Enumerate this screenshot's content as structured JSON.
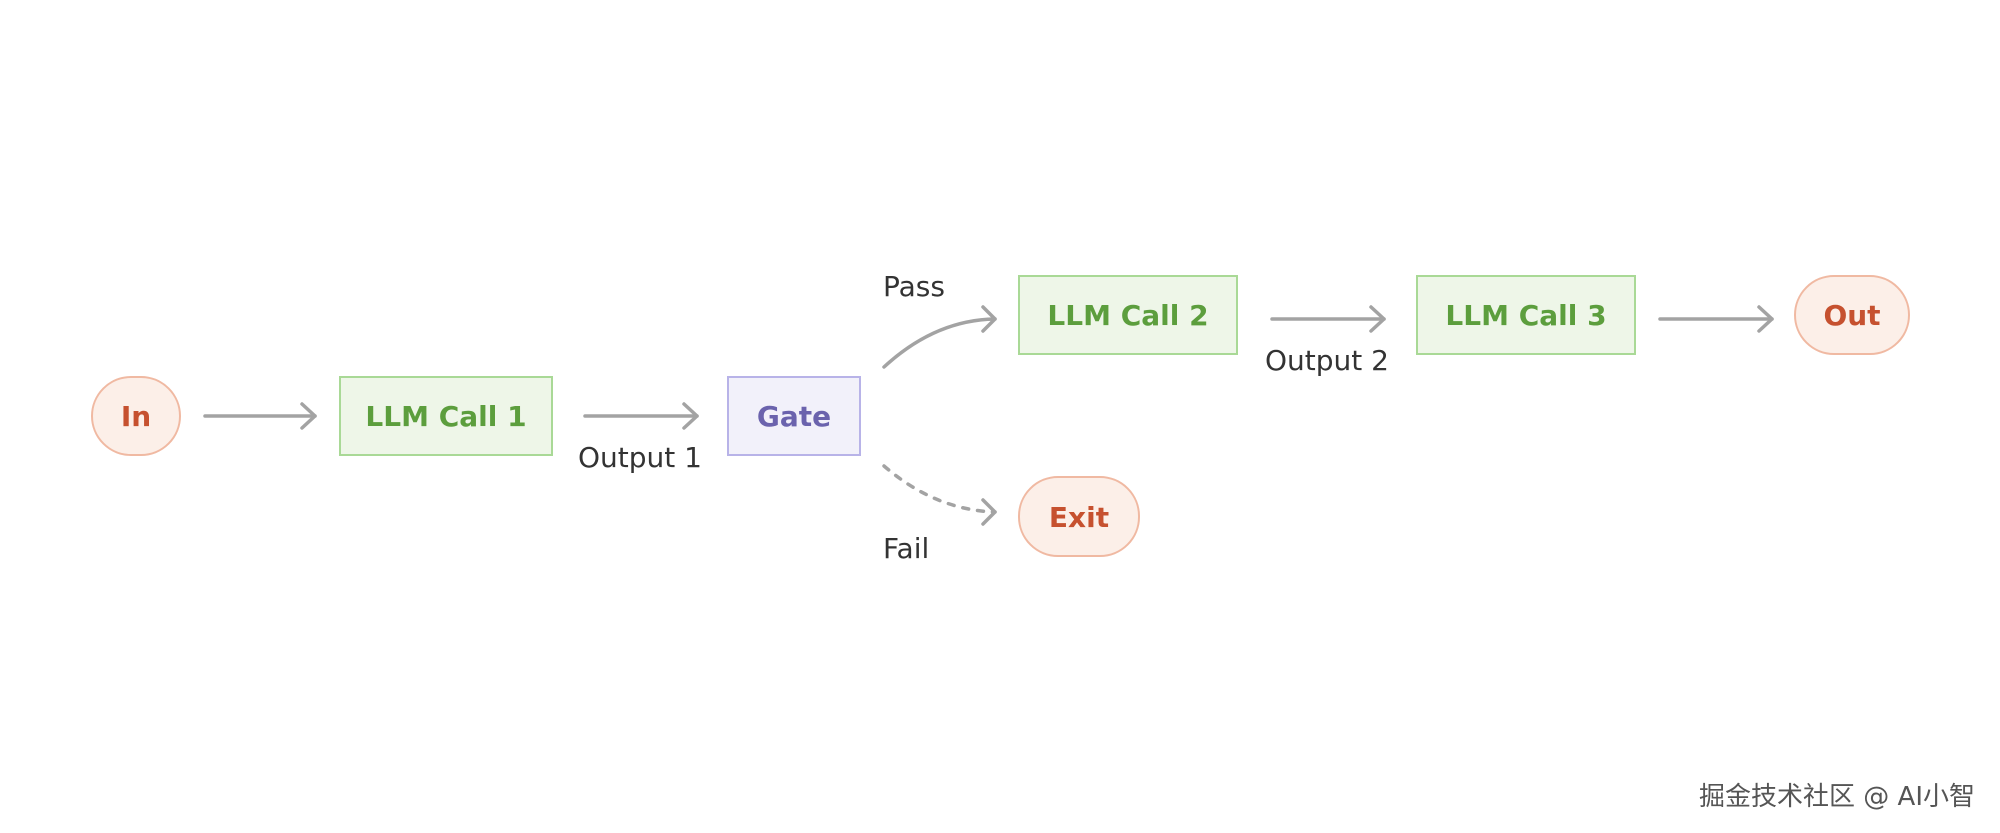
{
  "colors": {
    "terminal_fill": "#fcefe8",
    "terminal_stroke": "#f0b9a2",
    "terminal_text": "#c6512f",
    "llm_fill": "#eef6e8",
    "llm_stroke": "#a9d996",
    "llm_text": "#5c9e3d",
    "gate_fill": "#f2f1fa",
    "gate_stroke": "#b8b3e8",
    "gate_text": "#6b63ad",
    "arrow": "#a3a3a3",
    "edge_label": "#333333"
  },
  "nodes": {
    "in": "In",
    "llm_call_1": "LLM Call 1",
    "gate": "Gate",
    "llm_call_2": "LLM Call 2",
    "llm_call_3": "LLM Call 3",
    "out": "Out",
    "exit": "Exit"
  },
  "edges": {
    "output_1": "Output 1",
    "pass": "Pass",
    "fail": "Fail",
    "output_2": "Output 2"
  },
  "watermark": "掘金技术社区 @ AI小智"
}
